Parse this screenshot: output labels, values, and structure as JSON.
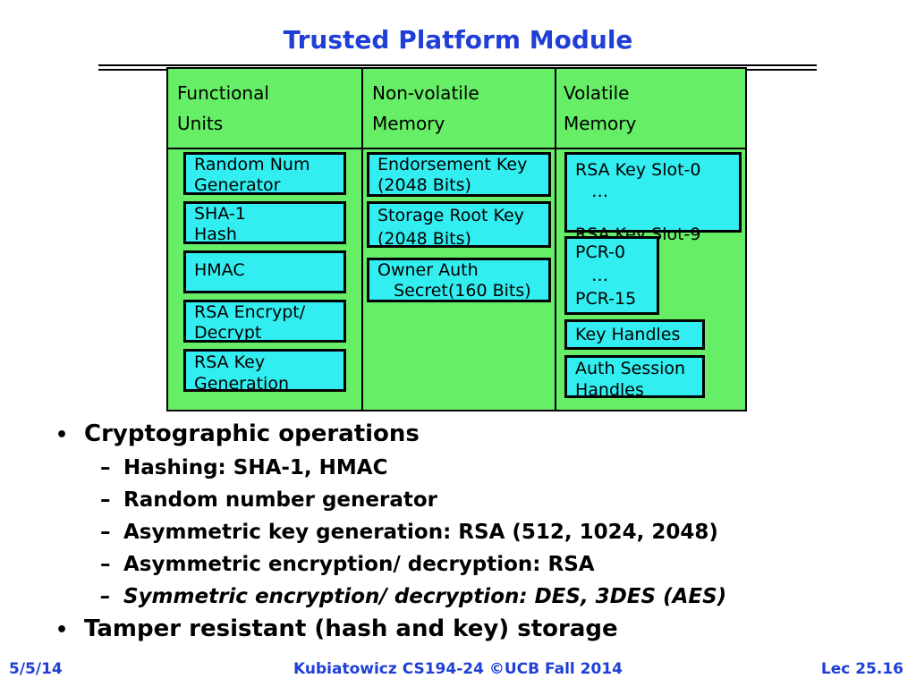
{
  "title": "Trusted Platform Module",
  "table": {
    "headers": [
      "Functional\nUnits",
      "Non-volatile\nMemory",
      "Volatile\nMemory"
    ],
    "functional_units": [
      "Random Num\nGenerator",
      "SHA-1\nHash",
      "HMAC",
      "RSA Encrypt/\nDecrypt",
      "RSA Key\nGeneration"
    ],
    "nonvolatile": [
      "Endorsement Key\n(2048 Bits)",
      "Storage Root Key\n(2048 Bits)",
      "Owner Auth\n   Secret(160 Bits)"
    ],
    "volatile": [
      "RSA Key Slot-0\n   …\n\nRSA Key Slot-9",
      "PCR-0\n   …\nPCR-15",
      "Key Handles",
      "Auth Session\nHandles"
    ]
  },
  "bullets": [
    {
      "text": "Cryptographic operations",
      "subs": [
        "Hashing: SHA-1, HMAC",
        "Random number generator",
        "Asymmetric key generation: RSA (512, 1024, 2048)",
        "Asymmetric encryption/ decryption: RSA",
        "Symmetric encryption/ decryption: DES, 3DES (AES)"
      ]
    },
    {
      "text": "Tamper resistant (hash and key) storage",
      "subs": []
    }
  ],
  "footer": {
    "date": "5/5/14",
    "course": "Kubiatowicz CS194-24 ©UCB Fall 2014",
    "lecture": "Lec 25.16"
  }
}
